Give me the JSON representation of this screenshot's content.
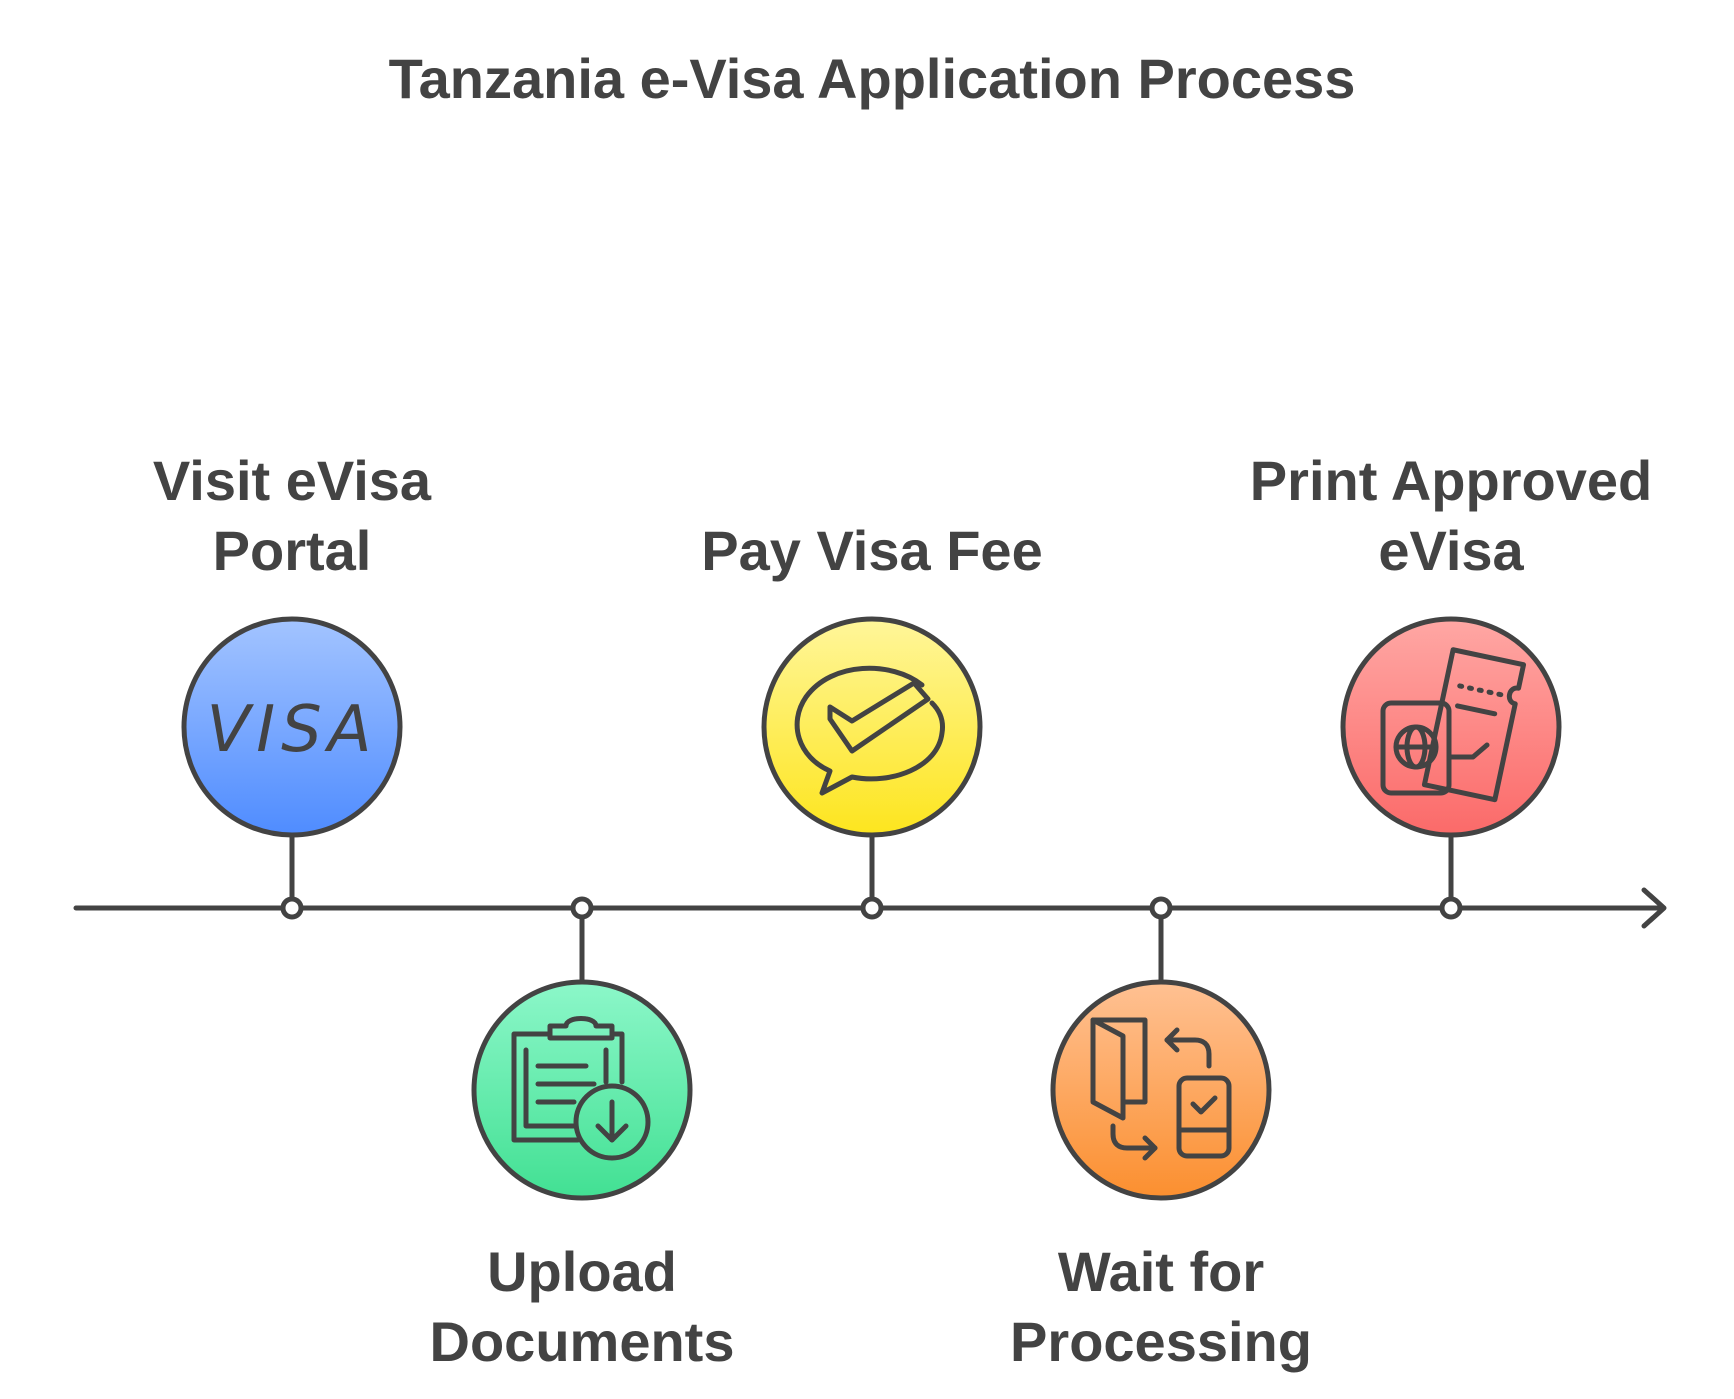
{
  "title": "Tanzania e-Visa Application Process",
  "colors": {
    "ink": "#434343",
    "step_1_top": "#a3c4ff",
    "step_1_bottom": "#4f8cff",
    "step_2_top": "#8cf7c9",
    "step_2_bottom": "#42e093",
    "step_3_top": "#fff69a",
    "step_3_bottom": "#fde51e",
    "step_4_top": "#ffc193",
    "step_4_bottom": "#fb8f2f",
    "step_5_top": "#ffa7a4",
    "step_5_bottom": "#fb6a69"
  },
  "steps": [
    {
      "label_lines": [
        "Visit eVisa",
        "Portal"
      ],
      "position": "above",
      "icon": "visa-text-icon",
      "icon_text": "VISA"
    },
    {
      "label_lines": [
        "Upload",
        "Documents"
      ],
      "position": "below",
      "icon": "clipboard-download-icon"
    },
    {
      "label_lines": [
        "Pay Visa Fee"
      ],
      "position": "above",
      "icon": "chat-check-icon"
    },
    {
      "label_lines": [
        "Wait for",
        "Processing"
      ],
      "position": "below",
      "icon": "door-phone-exchange-icon"
    },
    {
      "label_lines": [
        "Print Approved",
        "eVisa"
      ],
      "position": "above",
      "icon": "passport-ticket-icon"
    }
  ]
}
